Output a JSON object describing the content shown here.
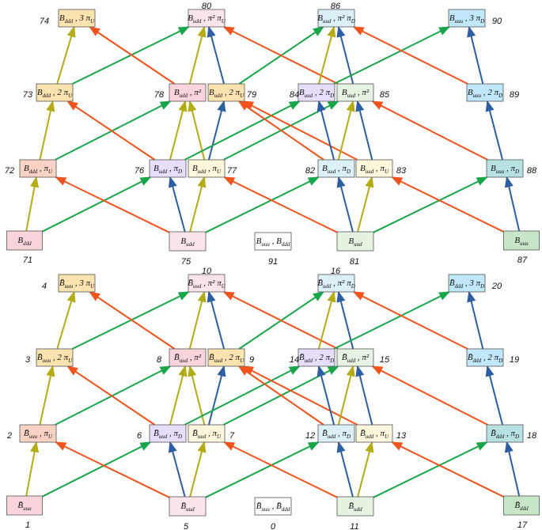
{
  "colors": {
    "edge_green": "#19a64a",
    "edge_olive": "#b3ac16",
    "edge_blue": "#2c5ea1",
    "edge_red": "#f0531b",
    "fill_pink": "#f9d5db",
    "fill_salmon": "#fad2c3",
    "fill_yellow": "#fbe3b0",
    "fill_lightyellow": "#fdf7db",
    "fill_lavender": "#e6defc",
    "fill_paleblue": "#dcf0f8",
    "fill_skyblue": "#c1e7fa",
    "fill_teal": "#b8e1e1",
    "fill_green": "#c7e6c8",
    "fill_palegreen": "#e6f2e2",
    "fill_lightpink": "#fbe5ea",
    "fill_white": "#ffffff"
  },
  "panels": [
    {
      "name": "top",
      "nodes": [
        {
          "id": "top-71",
          "label": "B_ddd",
          "number": "71"
        },
        {
          "id": "top-72",
          "label": "B_ddd , π_U",
          "number": "72"
        },
        {
          "id": "top-73",
          "label": "B_ddd , 2 π_U",
          "number": "73"
        },
        {
          "id": "top-74",
          "label": "B_ddd , 3 π_U",
          "number": "74"
        },
        {
          "id": "top-75",
          "label": "B_udd",
          "number": "75"
        },
        {
          "id": "top-76",
          "label": "B_udd , π_D",
          "number": "76"
        },
        {
          "id": "top-77",
          "label": "B_udd , π_U",
          "number": "77"
        },
        {
          "id": "top-78",
          "label": "B_udd , π²",
          "number": "78"
        },
        {
          "id": "top-79",
          "label": "B_udd , 2 π_U",
          "number": "79"
        },
        {
          "id": "top-80",
          "label": "B_udd , π² π_U",
          "number": "80"
        },
        {
          "id": "top-91",
          "label": "B_uuu , B_ddd",
          "number": "91"
        },
        {
          "id": "top-81",
          "label": "B_uud",
          "number": "81"
        },
        {
          "id": "top-82",
          "label": "B_uud , π_D",
          "number": "82"
        },
        {
          "id": "top-83",
          "label": "B_uud , π_U",
          "number": "83"
        },
        {
          "id": "top-84",
          "label": "B_uud , 2 π_D",
          "number": "84"
        },
        {
          "id": "top-85",
          "label": "B_uud , π²",
          "number": "85"
        },
        {
          "id": "top-86",
          "label": "B_uud , π² π_D",
          "number": "86"
        },
        {
          "id": "top-87",
          "label": "B_uuu",
          "number": "87"
        },
        {
          "id": "top-88",
          "label": "B_uuu , π_D",
          "number": "88"
        },
        {
          "id": "top-89",
          "label": "B_uuu , 2 π_D",
          "number": "89"
        },
        {
          "id": "top-90",
          "label": "B_uuu , 3 π_D",
          "number": "90"
        }
      ]
    },
    {
      "name": "bottom",
      "nodes": [
        {
          "id": "bot-1",
          "label": "B̄_uuu",
          "number": "1"
        },
        {
          "id": "bot-2",
          "label": "B̄_uuu , π_U",
          "number": "2"
        },
        {
          "id": "bot-3",
          "label": "B̄_uuu , 2 π_U",
          "number": "3"
        },
        {
          "id": "bot-4",
          "label": "B̄_uuu , 3 π_U",
          "number": "4"
        },
        {
          "id": "bot-5",
          "label": "B̄_uud",
          "number": "5"
        },
        {
          "id": "bot-6",
          "label": "B̄_uud , π_D",
          "number": "6"
        },
        {
          "id": "bot-7",
          "label": "B̄_uud , π_U",
          "number": "7"
        },
        {
          "id": "bot-8",
          "label": "B̄_uud , π²",
          "number": "8"
        },
        {
          "id": "bot-9",
          "label": "B̄_uud , 2 π_U",
          "number": "9"
        },
        {
          "id": "bot-10",
          "label": "B̄_uud , π² π_U",
          "number": "10"
        },
        {
          "id": "bot-0",
          "label": "B̄_uuu , B̄_ddd",
          "number": "0"
        },
        {
          "id": "bot-11",
          "label": "B̄_udd",
          "number": "11"
        },
        {
          "id": "bot-12",
          "label": "B̄_udd , π_D",
          "number": "12"
        },
        {
          "id": "bot-13",
          "label": "B̄_udd , π_U",
          "number": "13"
        },
        {
          "id": "bot-14",
          "label": "B̄_udd , 2 π_D",
          "number": "14"
        },
        {
          "id": "bot-15",
          "label": "B̄_udd , π²",
          "number": "15"
        },
        {
          "id": "bot-16",
          "label": "B̄_udd , π² π_D",
          "number": "16"
        },
        {
          "id": "bot-17",
          "label": "B̄_ddd",
          "number": "17"
        },
        {
          "id": "bot-18",
          "label": "B̄_ddd , π_D",
          "number": "18"
        },
        {
          "id": "bot-19",
          "label": "B̄_ddd , 2 π_D",
          "number": "19"
        },
        {
          "id": "bot-20",
          "label": "B̄_ddd , 3 π_D",
          "number": "20"
        }
      ]
    }
  ]
}
